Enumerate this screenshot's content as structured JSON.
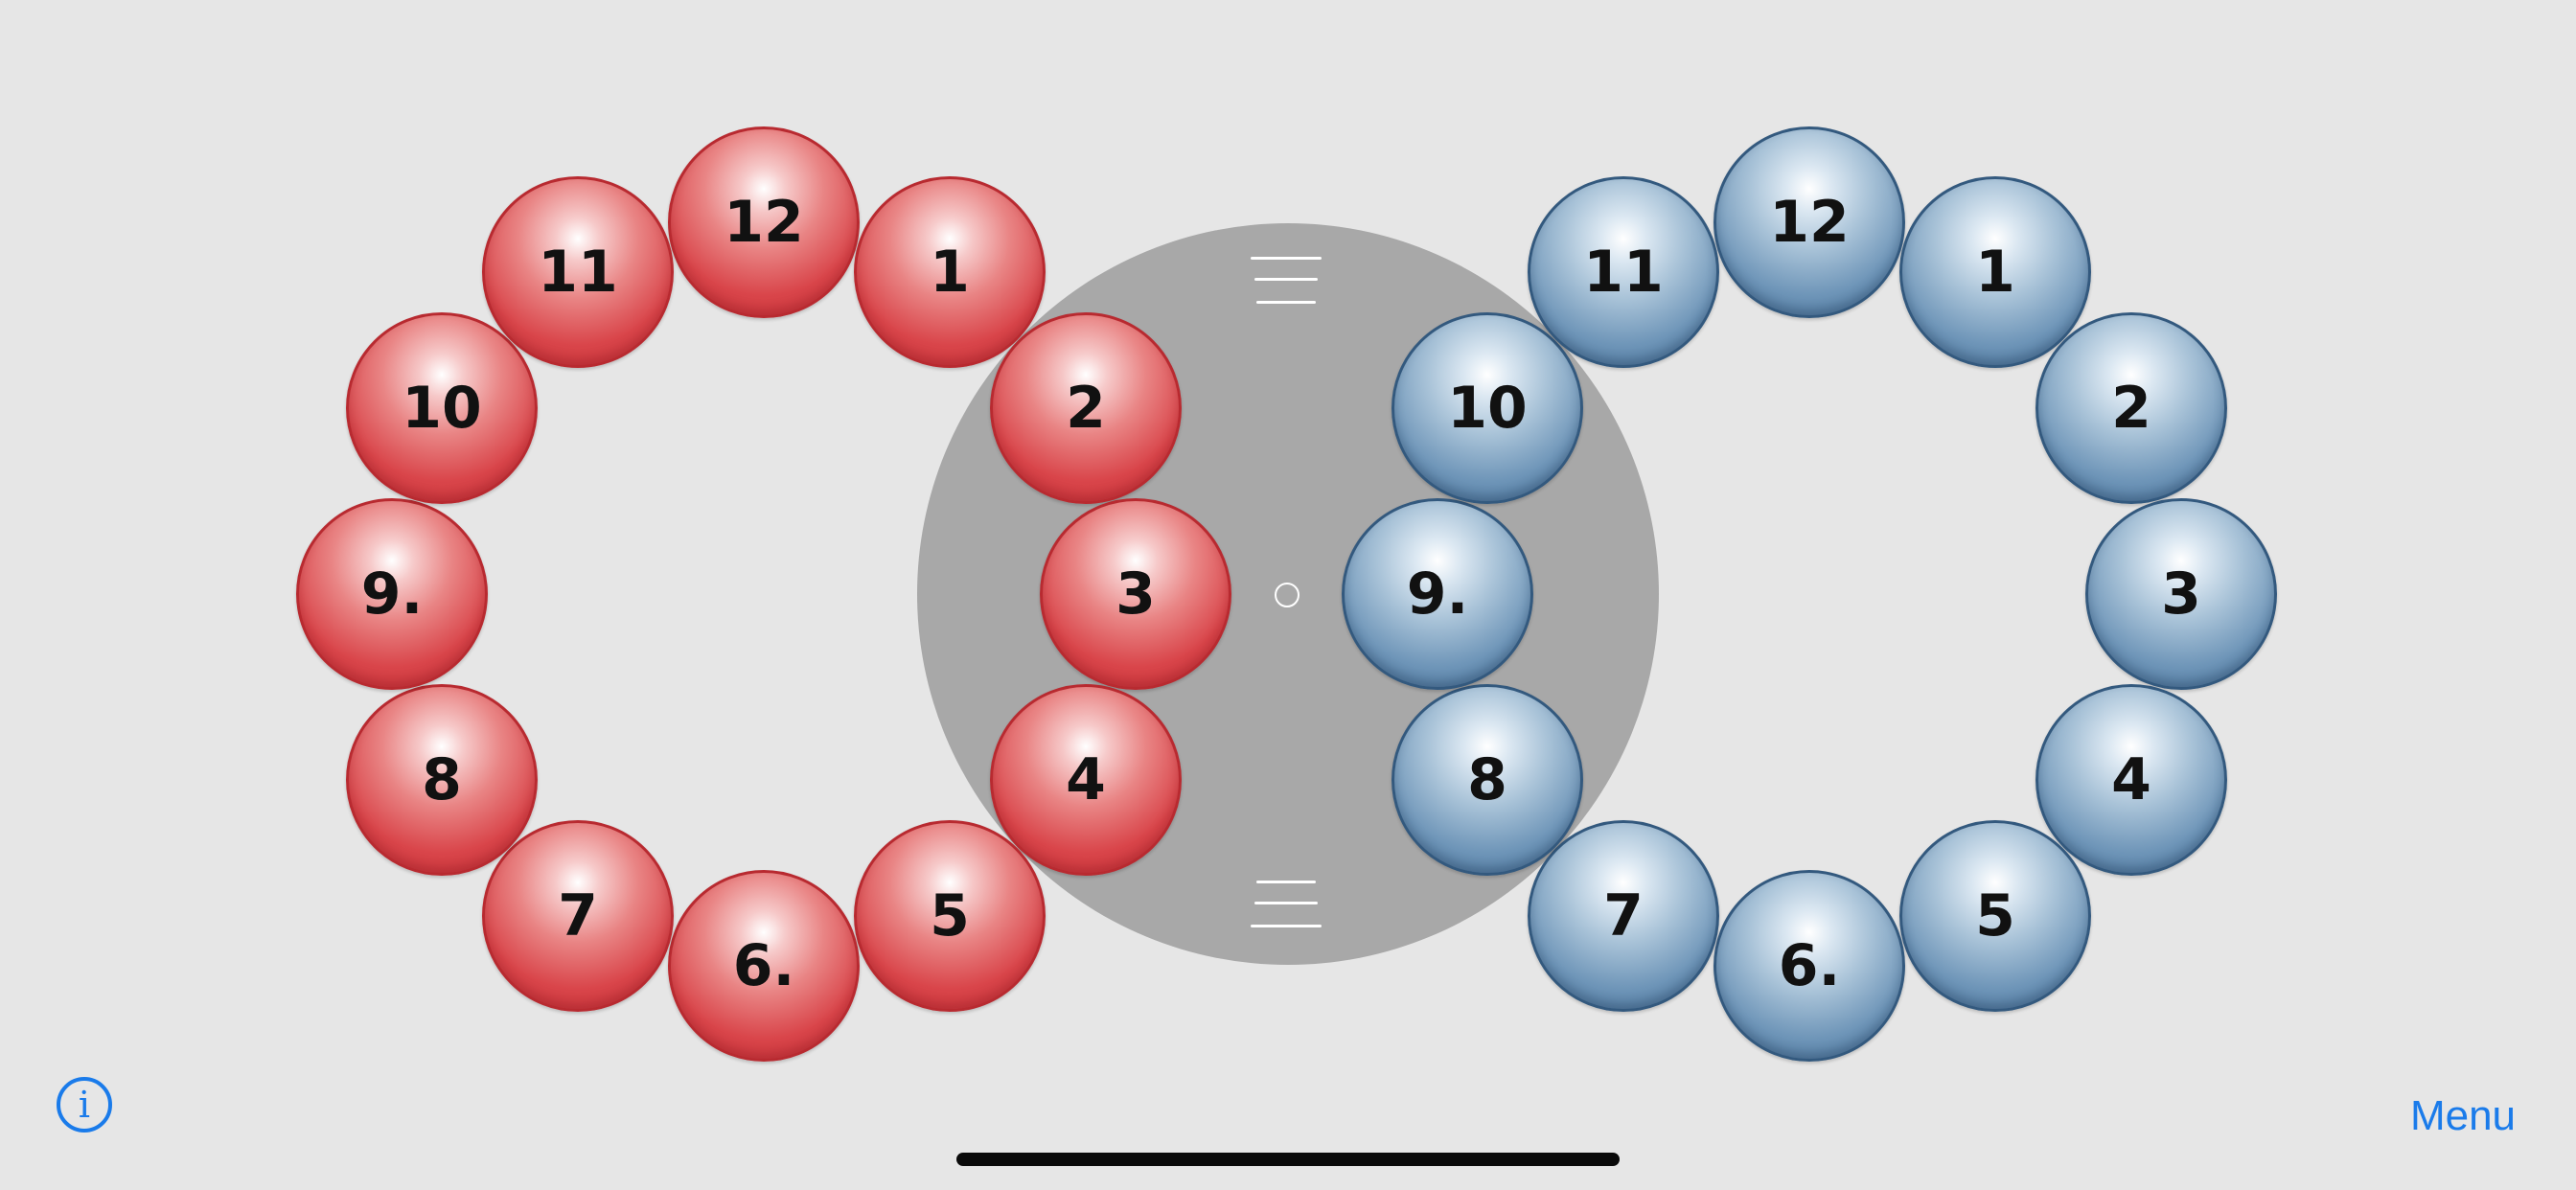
{
  "puzzle": {
    "red_ring": {
      "color": "#d9454a",
      "balls": [
        "12",
        "1",
        "2",
        "3",
        "4",
        "5",
        "6.",
        "7",
        "8",
        "9.",
        "10",
        "11"
      ]
    },
    "blue_ring": {
      "color": "#4f7ba3",
      "balls": [
        "12",
        "1",
        "2",
        "3",
        "4",
        "5",
        "6.",
        "7",
        "8",
        "9.",
        "10",
        "11"
      ]
    },
    "disc_color": "#a8a8a8"
  },
  "toolbar": {
    "info_icon": "info-circle-icon",
    "info_glyph": "i",
    "menu_label": "Menu",
    "accent_color": "#1a7bea"
  }
}
